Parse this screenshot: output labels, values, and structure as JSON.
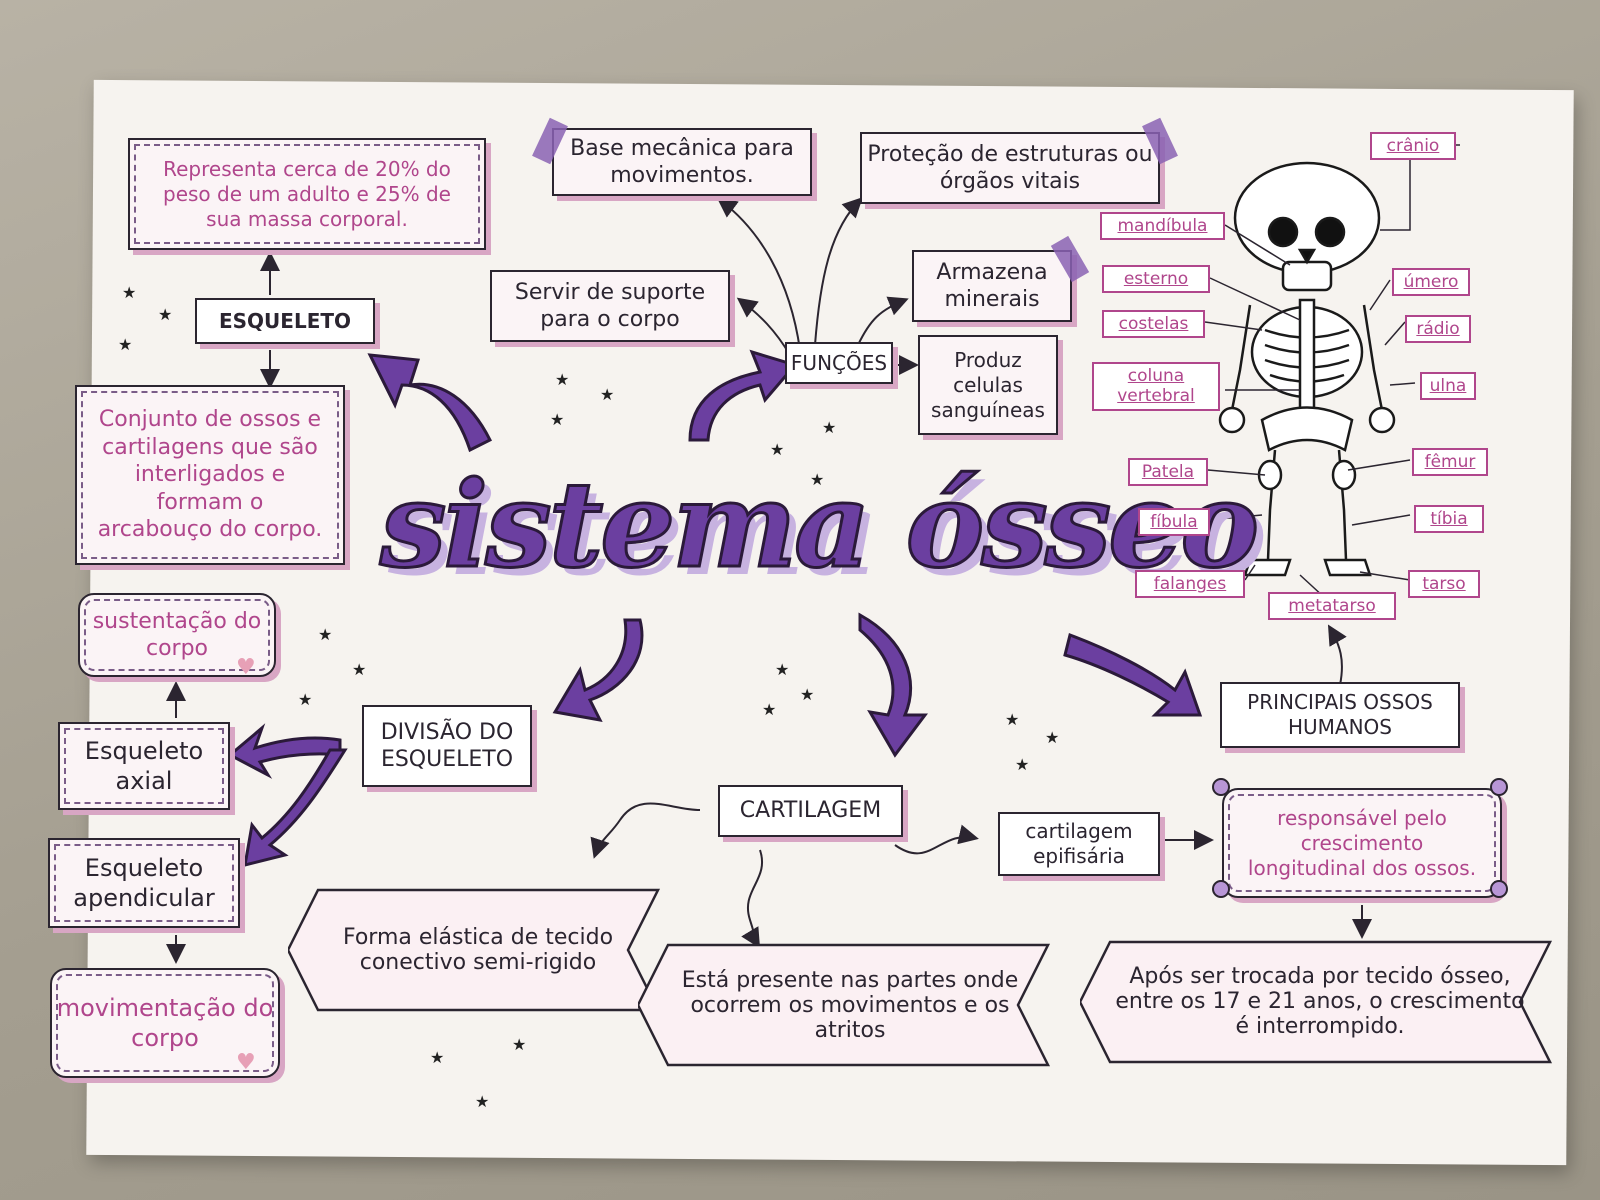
{
  "title": "sistema ósseo",
  "esqueleto": {
    "label": "ESQUELETO",
    "top_note": "Representa cerca de 20% do peso de um adulto e 25% de sua massa corporal.",
    "bottom_note": "Conjunto de ossos e cartilagens que são interligados e formam o arcabouço do corpo."
  },
  "funcoes": {
    "label": "FUNÇÕES",
    "items": [
      "Base mecânica para movimentos.",
      "Proteção de estruturas ou órgãos vitais",
      "Servir de suporte para o corpo",
      "Armazena minerais",
      "Produz celulas sanguíneas"
    ]
  },
  "divisao": {
    "label": "DIVISÃO DO ESQUELETO",
    "axial": "Esqueleto axial",
    "axial_note": "sustentação do corpo",
    "apendicular": "Esqueleto apendicular",
    "apendicular_note": "movimentação do corpo"
  },
  "cartilagem": {
    "label": "CARTILAGEM",
    "forma": "Forma elástica de tecido conectivo semi-rigido",
    "presente": "Está presente nas partes onde ocorrem os movimentos e os atritos",
    "epifisaria": "cartilagem epifisária",
    "responsavel": "responsável pelo crescimento longitudinal dos ossos.",
    "apos": "Após ser trocada por tecido ósseo, entre os 17 e 21 anos, o crescimento é interrompido."
  },
  "ossos": {
    "label": "PRINCIPAIS OSSOS HUMANOS",
    "left": [
      "mandíbula",
      "esterno",
      "costelas",
      "coluna vertebral",
      "Patela",
      "fíbula",
      "falanges"
    ],
    "right": [
      "crânio",
      "úmero",
      "rádio",
      "ulna",
      "fêmur",
      "tíbia",
      "tarso"
    ],
    "bottom": "metatarso"
  },
  "colors": {
    "purple": "#6b3fa0",
    "pink": "#b0468c",
    "ink": "#2b2530",
    "shadow": "#d8a6c4"
  }
}
